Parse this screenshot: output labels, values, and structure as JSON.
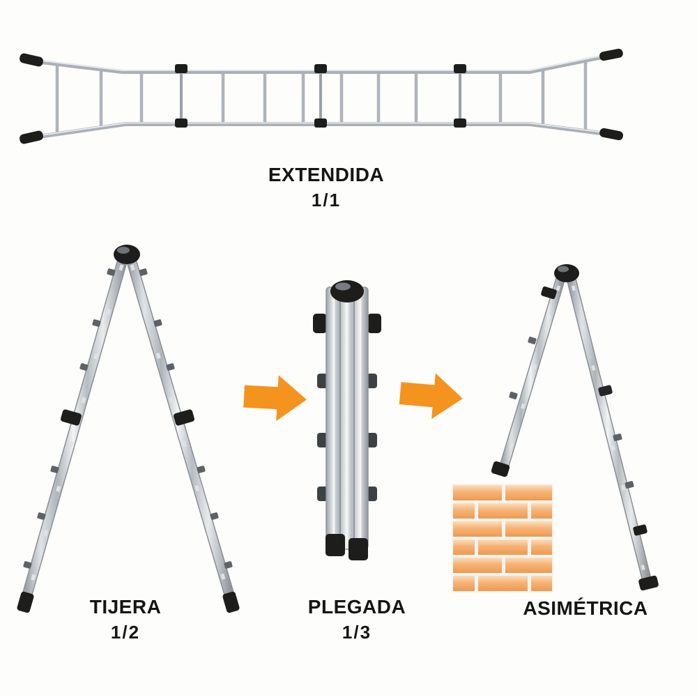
{
  "diagram": {
    "subject": "multi-position ladder configurations",
    "configurations": [
      {
        "id": "extendida",
        "label": "EXTENDIDA",
        "ratio": "1/1"
      },
      {
        "id": "tijera",
        "label": "TIJERA",
        "ratio": "1/2"
      },
      {
        "id": "plegada",
        "label": "PLEGADA",
        "ratio": "1/3"
      },
      {
        "id": "asimetrica",
        "label": "ASIMÉTRICA",
        "ratio": ""
      }
    ],
    "arrows": [
      {
        "id": "arrow-tijera-to-plegada",
        "icon": "right-arrow-icon",
        "direction": "right"
      },
      {
        "id": "arrow-plegada-to-asimetrica",
        "icon": "right-arrow-icon",
        "direction": "right"
      }
    ]
  },
  "colors": {
    "arrow_orange": "#f5931f",
    "brick_light": "#fdddb8",
    "brick_mid": "#f6b377",
    "brick_dark": "#ef9a4e",
    "mortar": "#f2f5f2",
    "hardware_black": "#1d1d1b",
    "label_color": "#151515",
    "bg": "#fdfdfb"
  }
}
